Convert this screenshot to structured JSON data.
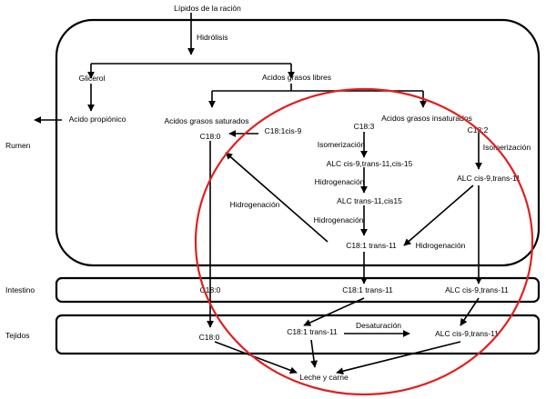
{
  "zones": {
    "rumen": "Rumen",
    "intestine": "Intestino",
    "tissues": "Tejidos"
  },
  "nodes": {
    "lipids": "Lípidos de la ración",
    "hydrolysis": "Hidrólisis",
    "glycerol": "Glicerol",
    "free_fatty_acids": "Acidos grasos libres",
    "propionic_acid": "Acido propiónico",
    "saturated_fa": "Acidos grasos saturados",
    "unsaturated_fa": "Acidos grasos insaturados",
    "c18_1_cis9": "C18:1cis-9",
    "c18_0_rumen": "C18:0",
    "c18_3": "C18:3",
    "c18_2": "C18:2",
    "isomerization_1": "Isomerización",
    "isomerization_2": "Isomerización",
    "alc_cis9_t11_c15": "ALC cis-9,trans-11,cis-15",
    "hydrogenation_1": "Hidrogenación",
    "alc_t11_c15": "ALC trans-11,cis15",
    "hydrogenation_2": "Hidrogenación",
    "c18_1_t11_rumen": "C18:1 trans-11",
    "alc_cis9_t11_rumen": "ALC cis-9,trans-11",
    "hydrogenation_left": "Hidrogenación",
    "hydrogenation_right": "Hidrogenación",
    "c18_0_intestine": "C18:0",
    "c18_1_t11_intestine": "C18:1 trans-11",
    "alc_intestine": "ALC cis-9,trans-11",
    "c18_0_tissue": "C18:0",
    "c18_1_t11_tissue": "C18:1 trans-11",
    "desaturation": "Desaturación",
    "alc_tissue": "ALC cis-9,trans-11",
    "milk_meat": "Leche y carne"
  },
  "colors": {
    "lines": "#000000",
    "highlight_circle": "#e02020"
  }
}
